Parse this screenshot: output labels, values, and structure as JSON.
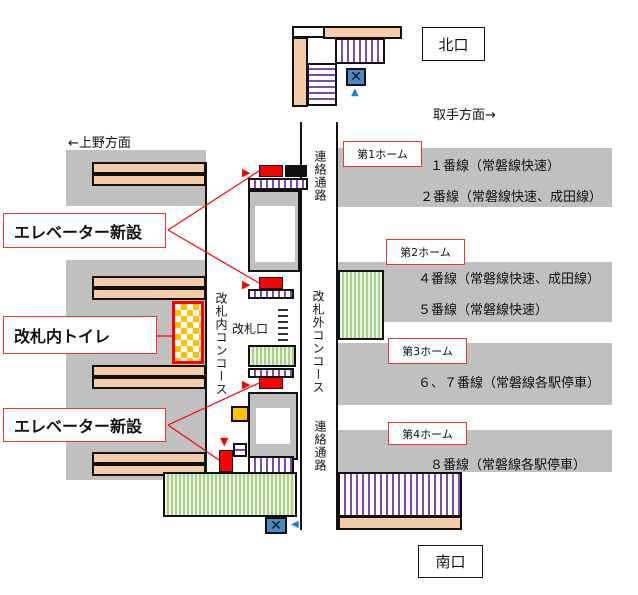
{
  "exits": {
    "north": "北口",
    "south": "南口"
  },
  "directions": {
    "toride": "取手方面→",
    "ueno": "←上野方面"
  },
  "platforms": [
    {
      "name": "第1ホーム",
      "lines": [
        "１番線（常磐線快速）",
        "２番線（常磐線快速、成田線）"
      ]
    },
    {
      "name": "第2ホーム",
      "lines": [
        "４番線（常磐線快速、成田線）",
        "５番線（常磐線快速）"
      ]
    },
    {
      "name": "第3ホーム",
      "lines": [
        "６、７番線（常磐線各駅停車）"
      ]
    },
    {
      "name": "第4ホーム",
      "lines": [
        "８番線（常磐線各駅停車）"
      ]
    }
  ],
  "callouts": {
    "elevator_top": "エレベーター新設",
    "toilet": "改札内トイレ",
    "elevator_bottom": "エレベーター新設"
  },
  "areas": {
    "connecting_passage": "連絡通路",
    "inner_concourse": "改札内コンコース",
    "ticket_gate": "改札口",
    "outer_concourse": "改札外コンコース"
  },
  "colors": {
    "platform": "#c0c0c0",
    "elevator": "#ff0000",
    "callout_border": "#ee3333",
    "toilet": "#ffc000"
  }
}
